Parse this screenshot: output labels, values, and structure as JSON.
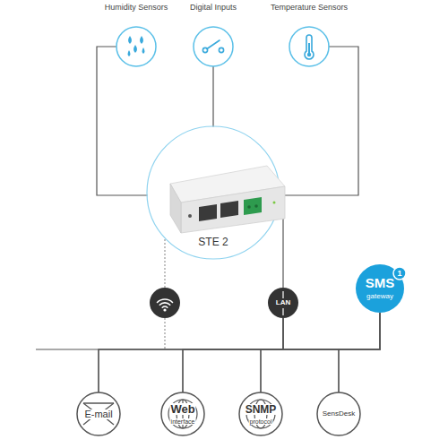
{
  "diagram": {
    "nodes": [
      {
        "text": [
          "Humidity Sensors"
        ]
      },
      {
        "text": [
          "Digital Inputs"
        ]
      },
      {
        "text": [
          "Temperature Sensors"
        ]
      },
      {
        "text": [
          "STE 2"
        ]
      },
      {
        "text": [
          "LAN"
        ]
      },
      {
        "text": [
          "SMS",
          "gateway"
        ]
      },
      {
        "text": [
          "E-mail"
        ]
      },
      {
        "text": [
          "Web",
          "interface"
        ]
      },
      {
        "text": [
          "SNMP",
          "protocol"
        ]
      },
      {
        "text": [
          "SensDesk"
        ]
      }
    ],
    "edges": [
      {
        "from": 0,
        "to": 3,
        "arrow": "none"
      },
      {
        "from": 1,
        "to": 3,
        "arrow": "none"
      },
      {
        "from": 2,
        "to": 3,
        "arrow": "none"
      },
      {
        "from": 3,
        "to": 4,
        "arrow": "none"
      },
      {
        "from": 4,
        "to": 6,
        "arrow": "none"
      },
      {
        "from": 4,
        "to": 7,
        "arrow": "none"
      },
      {
        "from": 4,
        "to": 8,
        "arrow": "none"
      },
      {
        "from": 4,
        "to": 9,
        "arrow": "none"
      },
      {
        "from": 5,
        "to": 6,
        "arrow": "none"
      },
      {
        "from": 5,
        "to": 7,
        "arrow": "none"
      },
      {
        "from": 5,
        "to": 8,
        "arrow": "none"
      },
      {
        "from": 5,
        "to": 9,
        "arrow": "none"
      }
    ],
    "labels": [
      "1"
    ]
  }
}
